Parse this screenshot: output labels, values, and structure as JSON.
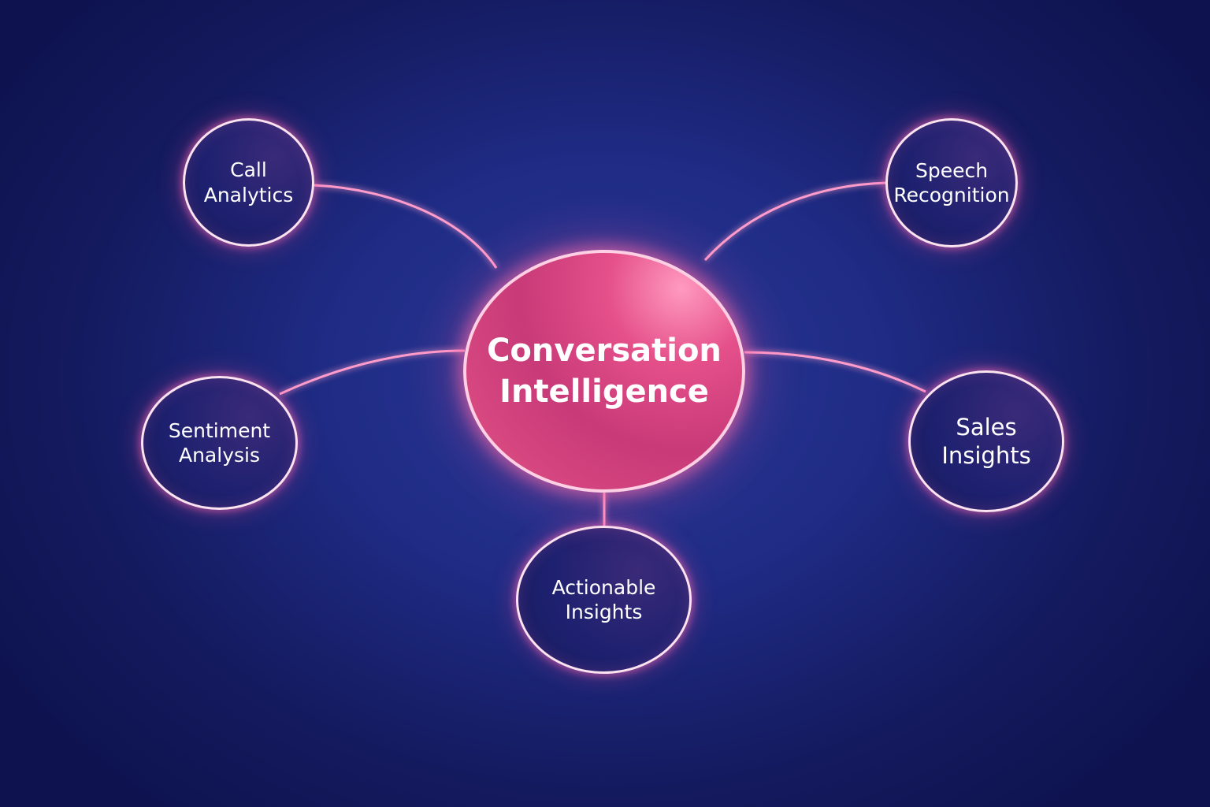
{
  "diagram": {
    "center": {
      "lines": [
        "Conversation",
        "Intelligence"
      ]
    },
    "nodes": [
      {
        "id": "call-analytics",
        "lines": [
          "Call",
          "Analytics"
        ]
      },
      {
        "id": "speech-recognition",
        "lines": [
          "Speech",
          "Recognition"
        ]
      },
      {
        "id": "sentiment-analysis",
        "lines": [
          "Sentiment",
          "Analysis"
        ]
      },
      {
        "id": "sales-insights",
        "lines": [
          "Sales",
          "Insights"
        ]
      },
      {
        "id": "actionable-insights",
        "lines": [
          "Actionable",
          "Insights"
        ]
      }
    ],
    "colors": {
      "background": "#1f2b84",
      "hub": "#d94a82",
      "link": "#ff7ab8",
      "node_border": "#fbe3f0"
    }
  }
}
